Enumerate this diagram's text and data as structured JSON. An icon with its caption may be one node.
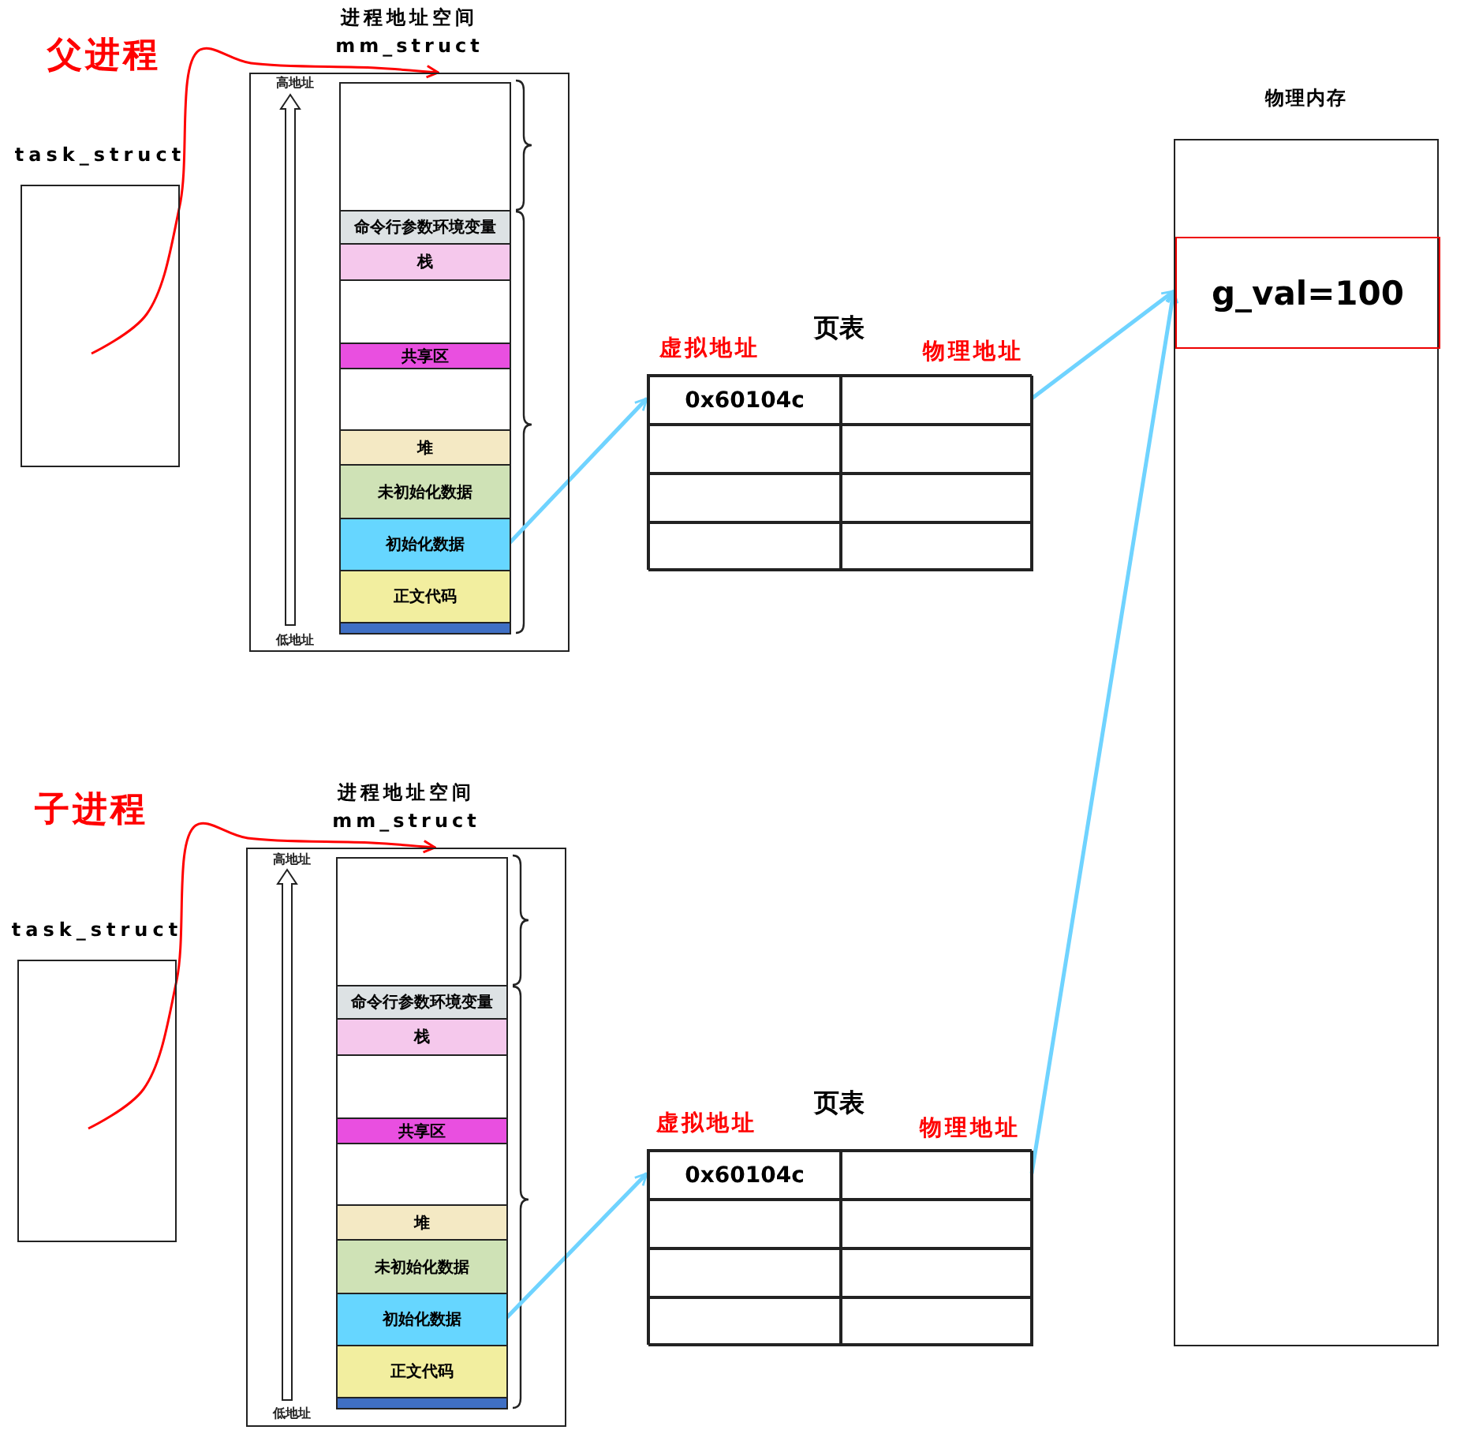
{
  "diagram": {
    "nodes": [
      {
        "text": [
          "task_struct"
        ]
      },
      {
        "text": [
          "进程地址空间",
          "mm_struct"
        ]
      },
      {
        "text": [],
        "shape": "box",
        "in": 1
      },
      {
        "text": [
          "命令行参数环境变量"
        ],
        "in": 1
      },
      {
        "text": [
          "栈"
        ],
        "in": 1
      },
      {
        "text": [],
        "shape": "box",
        "in": 1
      },
      {
        "text": [
          "共享区"
        ],
        "in": 1
      },
      {
        "text": [],
        "shape": "box",
        "in": 1
      },
      {
        "text": [
          "堆"
        ],
        "in": 1
      },
      {
        "text": [
          "未初始化数据"
        ],
        "in": 1
      },
      {
        "text": [
          "初始化数据"
        ],
        "in": 1
      },
      {
        "text": [
          "正文代码"
        ],
        "in": 1
      },
      {
        "text": [],
        "shape": "bar",
        "in": 1
      },
      {
        "text": [
          "页表"
        ]
      },
      {
        "text": [
          "0x60104c"
        ],
        "in": 13
      },
      {
        "text": [],
        "shape": "box",
        "in": 13
      },
      {
        "text": [],
        "shape": "box",
        "in": 13
      },
      {
        "text": [],
        "shape": "box",
        "in": 13
      },
      {
        "text": [],
        "shape": "box",
        "in": 13
      },
      {
        "text": [],
        "shape": "box",
        "in": 13
      },
      {
        "text": [],
        "shape": "box",
        "in": 13
      },
      {
        "text": [],
        "shape": "box",
        "in": 13
      },
      {
        "text": [
          "物理内存"
        ]
      },
      {
        "text": [
          "g_val=100"
        ],
        "in": 22
      },
      {
        "text": [
          "task_struct"
        ]
      },
      {
        "text": [
          "进程地址空间",
          "mm_struct"
        ]
      },
      {
        "text": [],
        "shape": "box",
        "in": 25
      },
      {
        "text": [
          "命令行参数环境变量"
        ],
        "in": 25
      },
      {
        "text": [
          "栈"
        ],
        "in": 25
      },
      {
        "text": [],
        "shape": "box",
        "in": 25
      },
      {
        "text": [
          "共享区"
        ],
        "in": 25
      },
      {
        "text": [],
        "shape": "box",
        "in": 25
      },
      {
        "text": [
          "堆"
        ],
        "in": 25
      },
      {
        "text": [
          "未初始化数据"
        ],
        "in": 25
      },
      {
        "text": [
          "初始化数据"
        ],
        "in": 25
      },
      {
        "text": [
          "正文代码"
        ],
        "in": 25
      },
      {
        "text": [],
        "shape": "bar",
        "in": 25
      },
      {
        "text": [
          "页表"
        ]
      },
      {
        "text": [
          "0x60104c"
        ],
        "in": 37
      },
      {
        "text": [],
        "shape": "box",
        "in": 37
      },
      {
        "text": [],
        "shape": "box",
        "in": 37
      },
      {
        "text": [],
        "shape": "box",
        "in": 37
      },
      {
        "text": [],
        "shape": "box",
        "in": 37
      },
      {
        "text": [],
        "shape": "box",
        "in": 37
      },
      {
        "text": [],
        "shape": "box",
        "in": 37
      },
      {
        "text": [],
        "shape": "box",
        "in": 37
      }
    ],
    "edges": [
      {
        "from": 0,
        "to": 1,
        "arrow": "to",
        "color": "#ff0000"
      },
      {
        "from": 10,
        "to": 14,
        "arrow": "to"
      },
      {
        "from": 15,
        "to": 23,
        "arrow": "to"
      },
      {
        "from": 24,
        "to": 25,
        "arrow": "to",
        "color": "#ff0000"
      },
      {
        "from": 34,
        "to": 38,
        "arrow": "to"
      },
      {
        "from": 39,
        "to": 23,
        "arrow": "to"
      }
    ],
    "labels": [
      "父进程",
      "高地址",
      "低地址",
      "虚拟地址",
      "物理地址",
      "子进程",
      "高地址",
      "低地址",
      "虚拟地址",
      "物理地址"
    ]
  }
}
